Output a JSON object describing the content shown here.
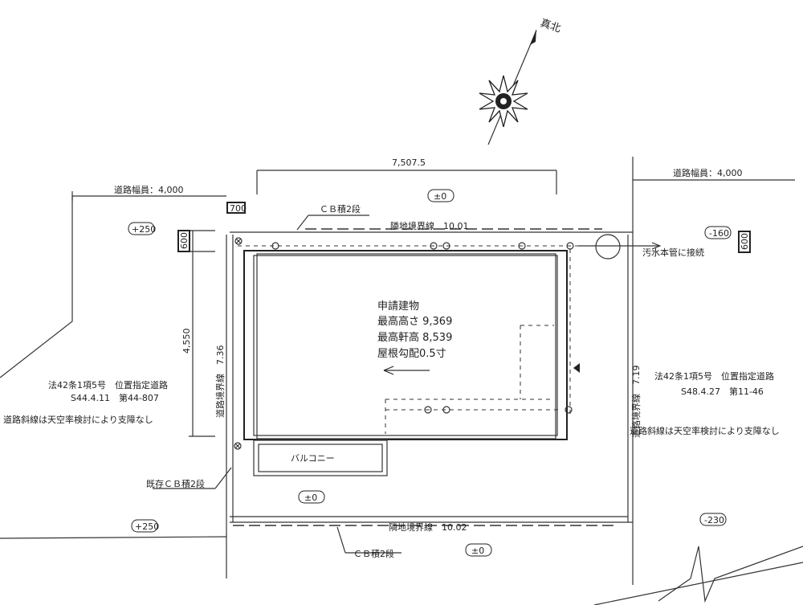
{
  "north": {
    "label": "真北"
  },
  "dims": {
    "top_width": "7,507.5",
    "left_depth": "4,550",
    "left_road_width": "道路幅員：4,000",
    "right_road_width": "道路幅員：4,000"
  },
  "walls": {
    "cb_top": "ＣＢ積2段",
    "cb_bottom": "ＣＢ積2段",
    "cb_existing": "既存ＣＢ積2段"
  },
  "boundaries": {
    "top": "隣地境界線　10.01",
    "bottom": "隣地境界線　10.02",
    "left": "道路境界線　7.36",
    "right": "道路境界線　7.19"
  },
  "building": {
    "title": "申請建物",
    "max_height": "最高高さ 9,369",
    "max_eave": "最高軒高 8,539",
    "roof_pitch": "屋根勾配0.5寸",
    "balcony": "バルコニー"
  },
  "sewer": "汚水本管に接続",
  "roads": {
    "left_line1": "法42条1項5号　位置指定道路",
    "left_line2": "S44.4.11　第44-807",
    "left_line3": "道路斜線は天空率検討により支障なし",
    "right_line1": "法42条1項5号　位置指定道路",
    "right_line2": "S48.4.27　第11-46",
    "right_line3": "道路斜線は天空率検討により支障なし"
  },
  "levels": {
    "top_site": "±0",
    "top_left": "+250",
    "top_right": "-160",
    "bottom_site": "±0",
    "bottom_left": "+250",
    "bottom_right": "-230",
    "bottom_outside": "±0"
  },
  "boxes": {
    "corner": "700",
    "left": "600",
    "right": "600"
  }
}
